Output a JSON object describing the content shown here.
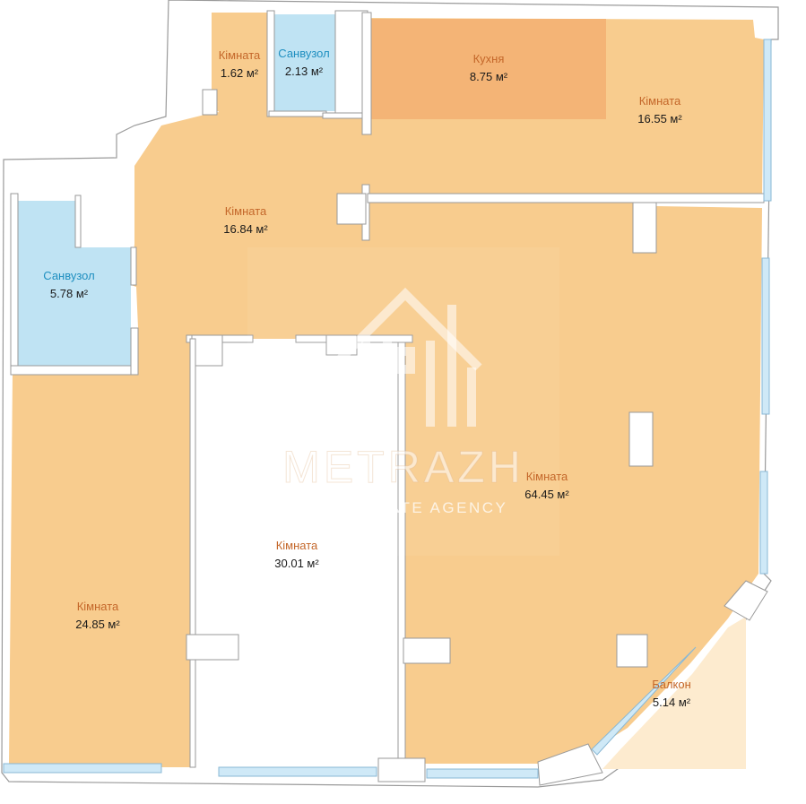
{
  "plan": {
    "colors": {
      "living": "#f8cc8e",
      "kitchen": "#f4b476",
      "bathroom": "#bfe3f3",
      "balcony": "#fdebcf",
      "wall": "#ffffff",
      "wall_outline": "#8a8a8a",
      "window": "#cfe9f7",
      "room_label": "#c4672a",
      "wet_label": "#1f8fc0"
    },
    "rooms": [
      {
        "id": "room-small",
        "name": "Кімната",
        "area": "1.62 м²",
        "type": "living"
      },
      {
        "id": "bathroom-top",
        "name": "Санвузол",
        "area": "2.13 м²",
        "type": "bathroom"
      },
      {
        "id": "kitchen",
        "name": "Кухня",
        "area": "8.75 м²",
        "type": "kitchen"
      },
      {
        "id": "room-top-right",
        "name": "Кімната",
        "area": "16.55 м²",
        "type": "living"
      },
      {
        "id": "room-hall",
        "name": "Кімната",
        "area": "16.84 м²",
        "type": "living"
      },
      {
        "id": "bathroom-left",
        "name": "Санвузол",
        "area": "5.78 м²",
        "type": "bathroom"
      },
      {
        "id": "room-large",
        "name": "Кімната",
        "area": "64.45 м²",
        "type": "living"
      },
      {
        "id": "room-middle",
        "name": "Кімната",
        "area": "30.01 м²",
        "type": "living"
      },
      {
        "id": "room-left",
        "name": "Кімната",
        "area": "24.85 м²",
        "type": "living"
      },
      {
        "id": "balcony",
        "name": "Балкон",
        "area": "5.14 м²",
        "type": "balcony"
      }
    ]
  },
  "watermark": {
    "title": "METRAZH",
    "subtitle": "REAL ESTATE AGENCY",
    "icon": "house-logo-icon"
  }
}
